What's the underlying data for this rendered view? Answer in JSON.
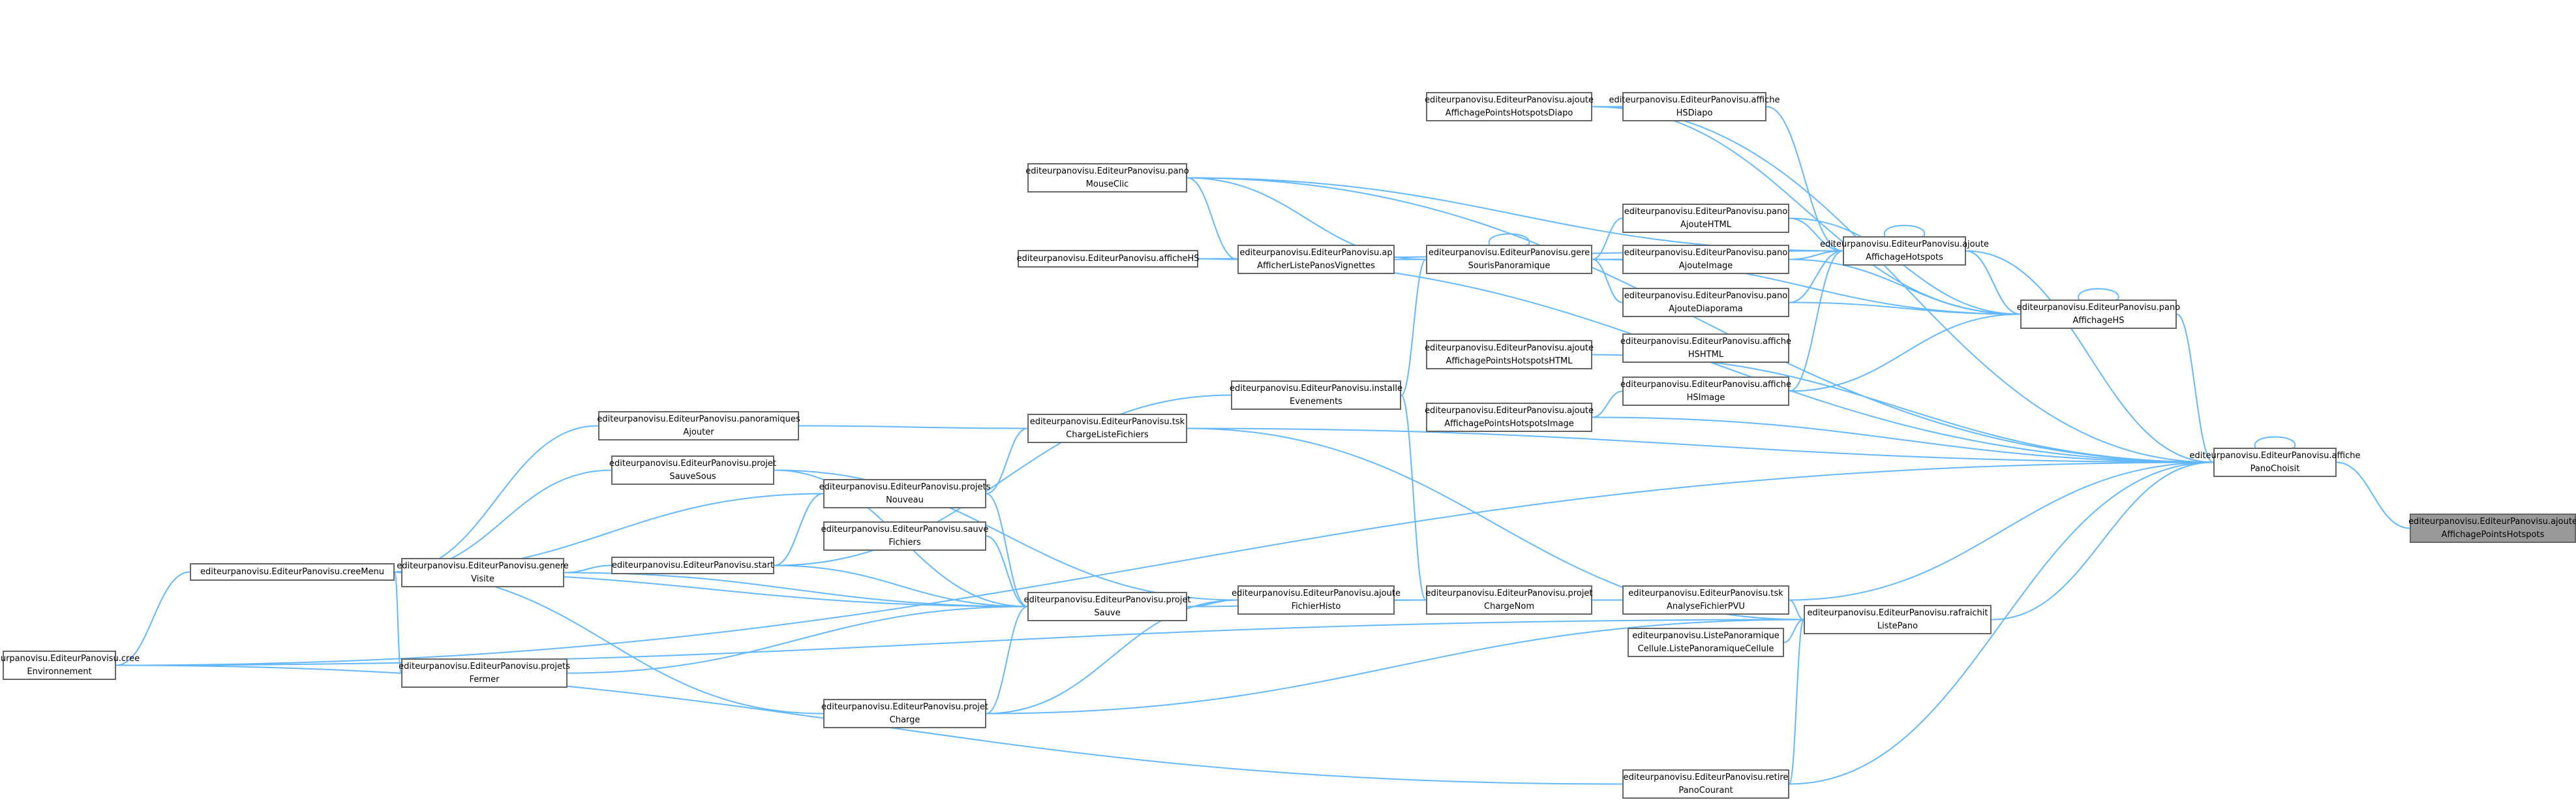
{
  "colors": {
    "edge": "#63b8ff",
    "node_border": "#666666",
    "node_fill": "#ffffff",
    "selected_fill": "#999999"
  },
  "nodes": {
    "ajouteAffichagePointsHotspots": [
      "editeurpanovisu.EditeurPanovisu.ajoute",
      "AffichagePointsHotspots"
    ],
    "affichePanoChoisit": [
      "editeurpanovisu.EditeurPanovisu.affiche",
      "PanoChoisit"
    ],
    "ajouteAffichageHotspots": [
      "editeurpanovisu.EditeurPanovisu.ajoute",
      "AffichageHotspots"
    ],
    "panoAffichageHS": [
      "editeurpanovisu.EditeurPanovisu.pano",
      "AffichageHS"
    ],
    "ajouteAffichagePointsHotspotsDiapo": [
      "editeurpanovisu.EditeurPanovisu.ajoute",
      "AffichagePointsHotspotsDiapo"
    ],
    "afficheHSDiapo": [
      "editeurpanovisu.EditeurPanovisu.affiche",
      "HSDiapo"
    ],
    "panoMouseClic": [
      "editeurpanovisu.EditeurPanovisu.pano",
      "MouseClic"
    ],
    "panoAjouteHTML": [
      "editeurpanovisu.EditeurPanovisu.pano",
      "AjouteHTML"
    ],
    "panoAjouteImage": [
      "editeurpanovisu.EditeurPanovisu.pano",
      "AjouteImage"
    ],
    "panoAjouteDiaporama": [
      "editeurpanovisu.EditeurPanovisu.pano",
      "AjouteDiaporama"
    ],
    "gereSourisPanoramique": [
      "editeurpanovisu.EditeurPanovisu.gere",
      "SourisPanoramique"
    ],
    "afficheHS": [
      "editeurpanovisu.EditeurPanovisu.afficheHS"
    ],
    "apAfficherListePanosVignettes": [
      "editeurpanovisu.EditeurPanovisu.ap",
      "AfficherListePanosVignettes"
    ],
    "afficheHSHTML": [
      "editeurpanovisu.EditeurPanovisu.affiche",
      "HSHTML"
    ],
    "afficheHSImage": [
      "editeurpanovisu.EditeurPanovisu.affiche",
      "HSImage"
    ],
    "ajouteAffichagePointsHotspotsHTML": [
      "editeurpanovisu.EditeurPanovisu.ajoute",
      "AffichagePointsHotspotsHTML"
    ],
    "ajouteAffichagePointsHotspotsImage": [
      "editeurpanovisu.EditeurPanovisu.ajoute",
      "AffichagePointsHotspotsImage"
    ],
    "installeEvenements": [
      "editeurpanovisu.EditeurPanovisu.installe",
      "Evenements"
    ],
    "tskChargeListeFichiers": [
      "editeurpanovisu.EditeurPanovisu.tsk",
      "ChargeListeFichiers"
    ],
    "panoramiquesAjouter": [
      "editeurpanovisu.EditeurPanovisu.panoramiques",
      "Ajouter"
    ],
    "projetSauveSous": [
      "editeurpanovisu.EditeurPanovisu.projet",
      "SauveSous"
    ],
    "projetsNouveau": [
      "editeurpanovisu.EditeurPanovisu.projets",
      "Nouveau"
    ],
    "sauveFichiers": [
      "editeurpanovisu.EditeurPanovisu.sauve",
      "Fichiers"
    ],
    "creeMenu": [
      "editeurpanovisu.EditeurPanovisu.creeMenu"
    ],
    "genereVisite": [
      "editeurpanovisu.EditeurPanovisu.genere",
      "Visite"
    ],
    "start": [
      "editeurpanovisu.EditeurPanovisu.start"
    ],
    "projetSauve": [
      "editeurpanovisu.EditeurPanovisu.projet",
      "Sauve"
    ],
    "ajouteFichierHisto": [
      "editeurpanovisu.EditeurPanovisu.ajoute",
      "FichierHisto"
    ],
    "projetChargeNom": [
      "editeurpanovisu.EditeurPanovisu.projet",
      "ChargeNom"
    ],
    "tskAnalyseFichierPVU": [
      "editeurpanovisu.EditeurPanovisu.tsk",
      "AnalyseFichierPVU"
    ],
    "rafraichitListePano": [
      "editeurpanovisu.EditeurPanovisu.rafraichit",
      "ListePano"
    ],
    "listePanoramiqueCellule": [
      "editeurpanovisu.ListePanoramique",
      "Cellule.ListePanoramiqueCellule"
    ],
    "creeEnvironnement": [
      "editeurpanovisu.EditeurPanovisu.cree",
      "Environnement"
    ],
    "projetsFermer": [
      "editeurpanovisu.EditeurPanovisu.projets",
      "Fermer"
    ],
    "projetCharge": [
      "editeurpanovisu.EditeurPanovisu.projet",
      "Charge"
    ],
    "retirePanoCourant": [
      "editeurpanovisu.EditeurPanovisu.retire",
      "PanoCourant"
    ]
  },
  "edges": [
    [
      "ajouteAffichagePointsHotspots",
      "affichePanoChoisit"
    ],
    [
      "affichePanoChoisit",
      "affichePanoChoisit"
    ],
    [
      "affichePanoChoisit",
      "ajouteAffichageHotspots"
    ],
    [
      "affichePanoChoisit",
      "panoAffichageHS"
    ],
    [
      "affichePanoChoisit",
      "ajouteAffichagePointsHotspotsDiapo"
    ],
    [
      "affichePanoChoisit",
      "panoMouseClic"
    ],
    [
      "affichePanoChoisit",
      "afficheHS"
    ],
    [
      "affichePanoChoisit",
      "ajouteAffichagePointsHotspotsHTML"
    ],
    [
      "affichePanoChoisit",
      "ajouteAffichagePointsHotspotsImage"
    ],
    [
      "affichePanoChoisit",
      "tskChargeListeFichiers"
    ],
    [
      "affichePanoChoisit",
      "tskAnalyseFichierPVU"
    ],
    [
      "affichePanoChoisit",
      "rafraichitListePano"
    ],
    [
      "affichePanoChoisit",
      "retirePanoCourant"
    ],
    [
      "affichePanoChoisit",
      "creeEnvironnement"
    ],
    [
      "ajouteAffichageHotspots",
      "ajouteAffichageHotspots"
    ],
    [
      "ajouteAffichageHotspots",
      "afficheHSDiapo"
    ],
    [
      "ajouteAffichageHotspots",
      "panoAjouteHTML"
    ],
    [
      "ajouteAffichageHotspots",
      "panoAjouteImage"
    ],
    [
      "ajouteAffichageHotspots",
      "panoAjouteDiaporama"
    ],
    [
      "ajouteAffichageHotspots",
      "afficheHSHTML"
    ],
    [
      "ajouteAffichageHotspots",
      "afficheHSImage"
    ],
    [
      "ajouteAffichageHotspots",
      "panoMouseClic"
    ],
    [
      "ajouteAffichageHotspots",
      "afficheHS"
    ],
    [
      "ajouteAffichageHotspots",
      "panoAffichageHS"
    ],
    [
      "panoAffichageHS",
      "panoAffichageHS"
    ],
    [
      "panoAffichageHS",
      "ajouteAffichageHotspots"
    ],
    [
      "panoAffichageHS",
      "panoAjouteHTML"
    ],
    [
      "panoAffichageHS",
      "panoAjouteImage"
    ],
    [
      "panoAffichageHS",
      "panoAjouteDiaporama"
    ],
    [
      "panoAffichageHS",
      "afficheHSHTML"
    ],
    [
      "panoAffichageHS",
      "afficheHSImage"
    ],
    [
      "panoAffichageHS",
      "gereSourisPanoramique"
    ],
    [
      "panoAffichageHS",
      "ajouteAffichagePointsHotspotsDiapo"
    ],
    [
      "afficheHSDiapo",
      "ajouteAffichagePointsHotspotsDiapo"
    ],
    [
      "panoAjouteHTML",
      "gereSourisPanoramique"
    ],
    [
      "panoAjouteImage",
      "gereSourisPanoramique"
    ],
    [
      "panoAjouteDiaporama",
      "gereSourisPanoramique"
    ],
    [
      "gereSourisPanoramique",
      "gereSourisPanoramique"
    ],
    [
      "gereSourisPanoramique",
      "panoMouseClic"
    ],
    [
      "gereSourisPanoramique",
      "apAfficherListePanosVignettes"
    ],
    [
      "gereSourisPanoramique",
      "installeEvenements"
    ],
    [
      "apAfficherListePanosVignettes",
      "panoMouseClic"
    ],
    [
      "apAfficherListePanosVignettes",
      "afficheHS"
    ],
    [
      "afficheHSHTML",
      "ajouteAffichagePointsHotspotsHTML"
    ],
    [
      "afficheHSImage",
      "ajouteAffichagePointsHotspotsImage"
    ],
    [
      "installeEvenements",
      "start"
    ],
    [
      "tskChargeListeFichiers",
      "panoramiquesAjouter"
    ],
    [
      "tskChargeListeFichiers",
      "projetsNouveau"
    ],
    [
      "panoramiquesAjouter",
      "creeMenu"
    ],
    [
      "projetSauveSous",
      "creeMenu"
    ],
    [
      "projetsNouveau",
      "creeMenu"
    ],
    [
      "projetsNouveau",
      "start"
    ],
    [
      "projetSauve",
      "projetsNouveau"
    ],
    [
      "projetSauve",
      "projetSauveSous"
    ],
    [
      "projetSauve",
      "sauveFichiers"
    ],
    [
      "projetSauve",
      "genereVisite"
    ],
    [
      "projetSauve",
      "start"
    ],
    [
      "projetSauve",
      "creeMenu"
    ],
    [
      "projetSauve",
      "projetsFermer"
    ],
    [
      "projetSauve",
      "projetCharge"
    ],
    [
      "projetSauve",
      "projetChargeNom"
    ],
    [
      "ajouteFichierHisto",
      "projetSauve"
    ],
    [
      "ajouteFichierHisto",
      "projetChargeNom"
    ],
    [
      "ajouteFichierHisto",
      "projetSauveSous"
    ],
    [
      "ajouteFichierHisto",
      "projetCharge"
    ],
    [
      "genereVisite",
      "creeMenu"
    ],
    [
      "start",
      "genereVisite"
    ],
    [
      "creeMenu",
      "creeEnvironnement"
    ],
    [
      "projetsFermer",
      "creeMenu"
    ],
    [
      "projetCharge",
      "creeMenu"
    ],
    [
      "projetChargeNom",
      "tskAnalyseFichierPVU"
    ],
    [
      "projetChargeNom",
      "installeEvenements"
    ],
    [
      "tskAnalyseFichierPVU",
      "rafraichitListePano"
    ],
    [
      "rafraichitListePano",
      "listePanoramiqueCellule"
    ],
    [
      "rafraichitListePano",
      "tskChargeListeFichiers"
    ],
    [
      "rafraichitListePano",
      "projetCharge"
    ],
    [
      "rafraichitListePano",
      "retirePanoCourant"
    ],
    [
      "rafraichitListePano",
      "creeEnvironnement"
    ],
    [
      "retirePanoCourant",
      "creeEnvironnement"
    ]
  ]
}
